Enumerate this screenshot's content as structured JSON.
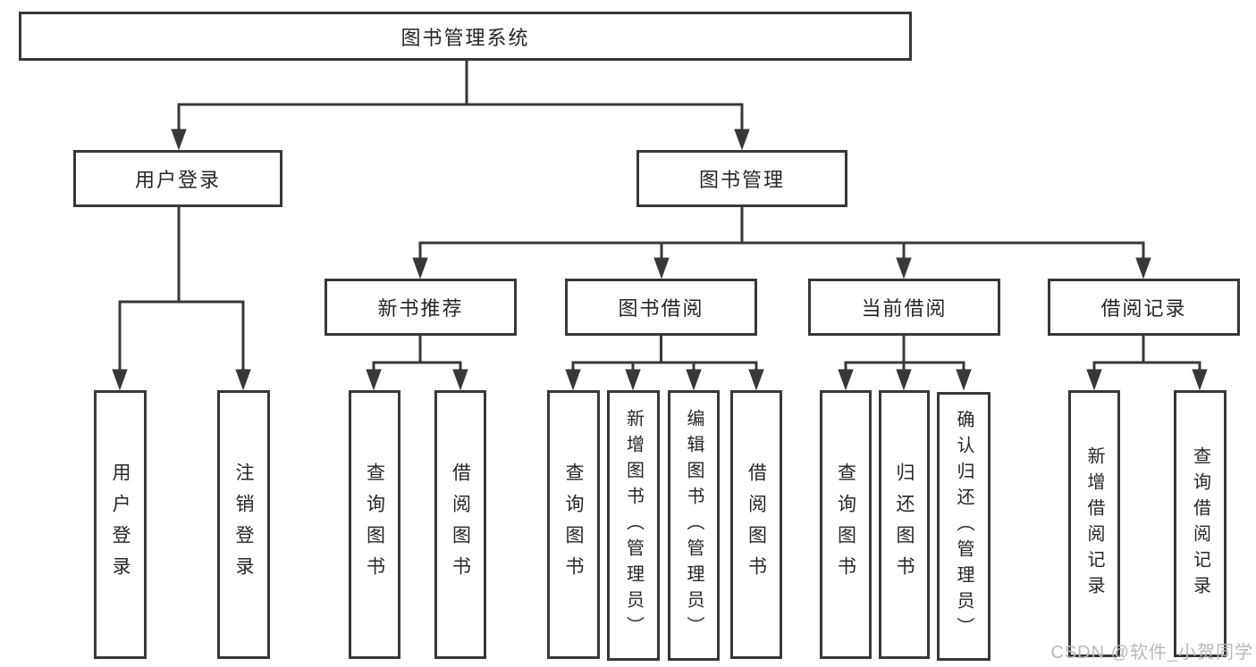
{
  "diagram": {
    "root": "图书管理系统",
    "user_login": {
      "label": "用户登录",
      "children": [
        "用户登录",
        "注销登录"
      ]
    },
    "book_mgmt": {
      "label": "图书管理"
    },
    "new_books": {
      "label": "新书推荐",
      "children": [
        "查询图书",
        "借阅图书"
      ]
    },
    "borrow": {
      "label": "图书借阅",
      "children": [
        "查询图书",
        "新增图书（管理员）",
        "编辑图书（管理员）",
        "借阅图书"
      ]
    },
    "current": {
      "label": "当前借阅",
      "children": [
        "查询图书",
        "归还图书",
        "确认归还（管理员）"
      ]
    },
    "records": {
      "label": "借阅记录",
      "children": [
        "新增借阅记录",
        "查询借阅记录"
      ]
    },
    "watermark": "CSDN @软件_小贺同学",
    "colors": {
      "line": "#383838",
      "text": "#262626",
      "background": "#ffffff",
      "watermark": "#b9b9b9"
    }
  }
}
